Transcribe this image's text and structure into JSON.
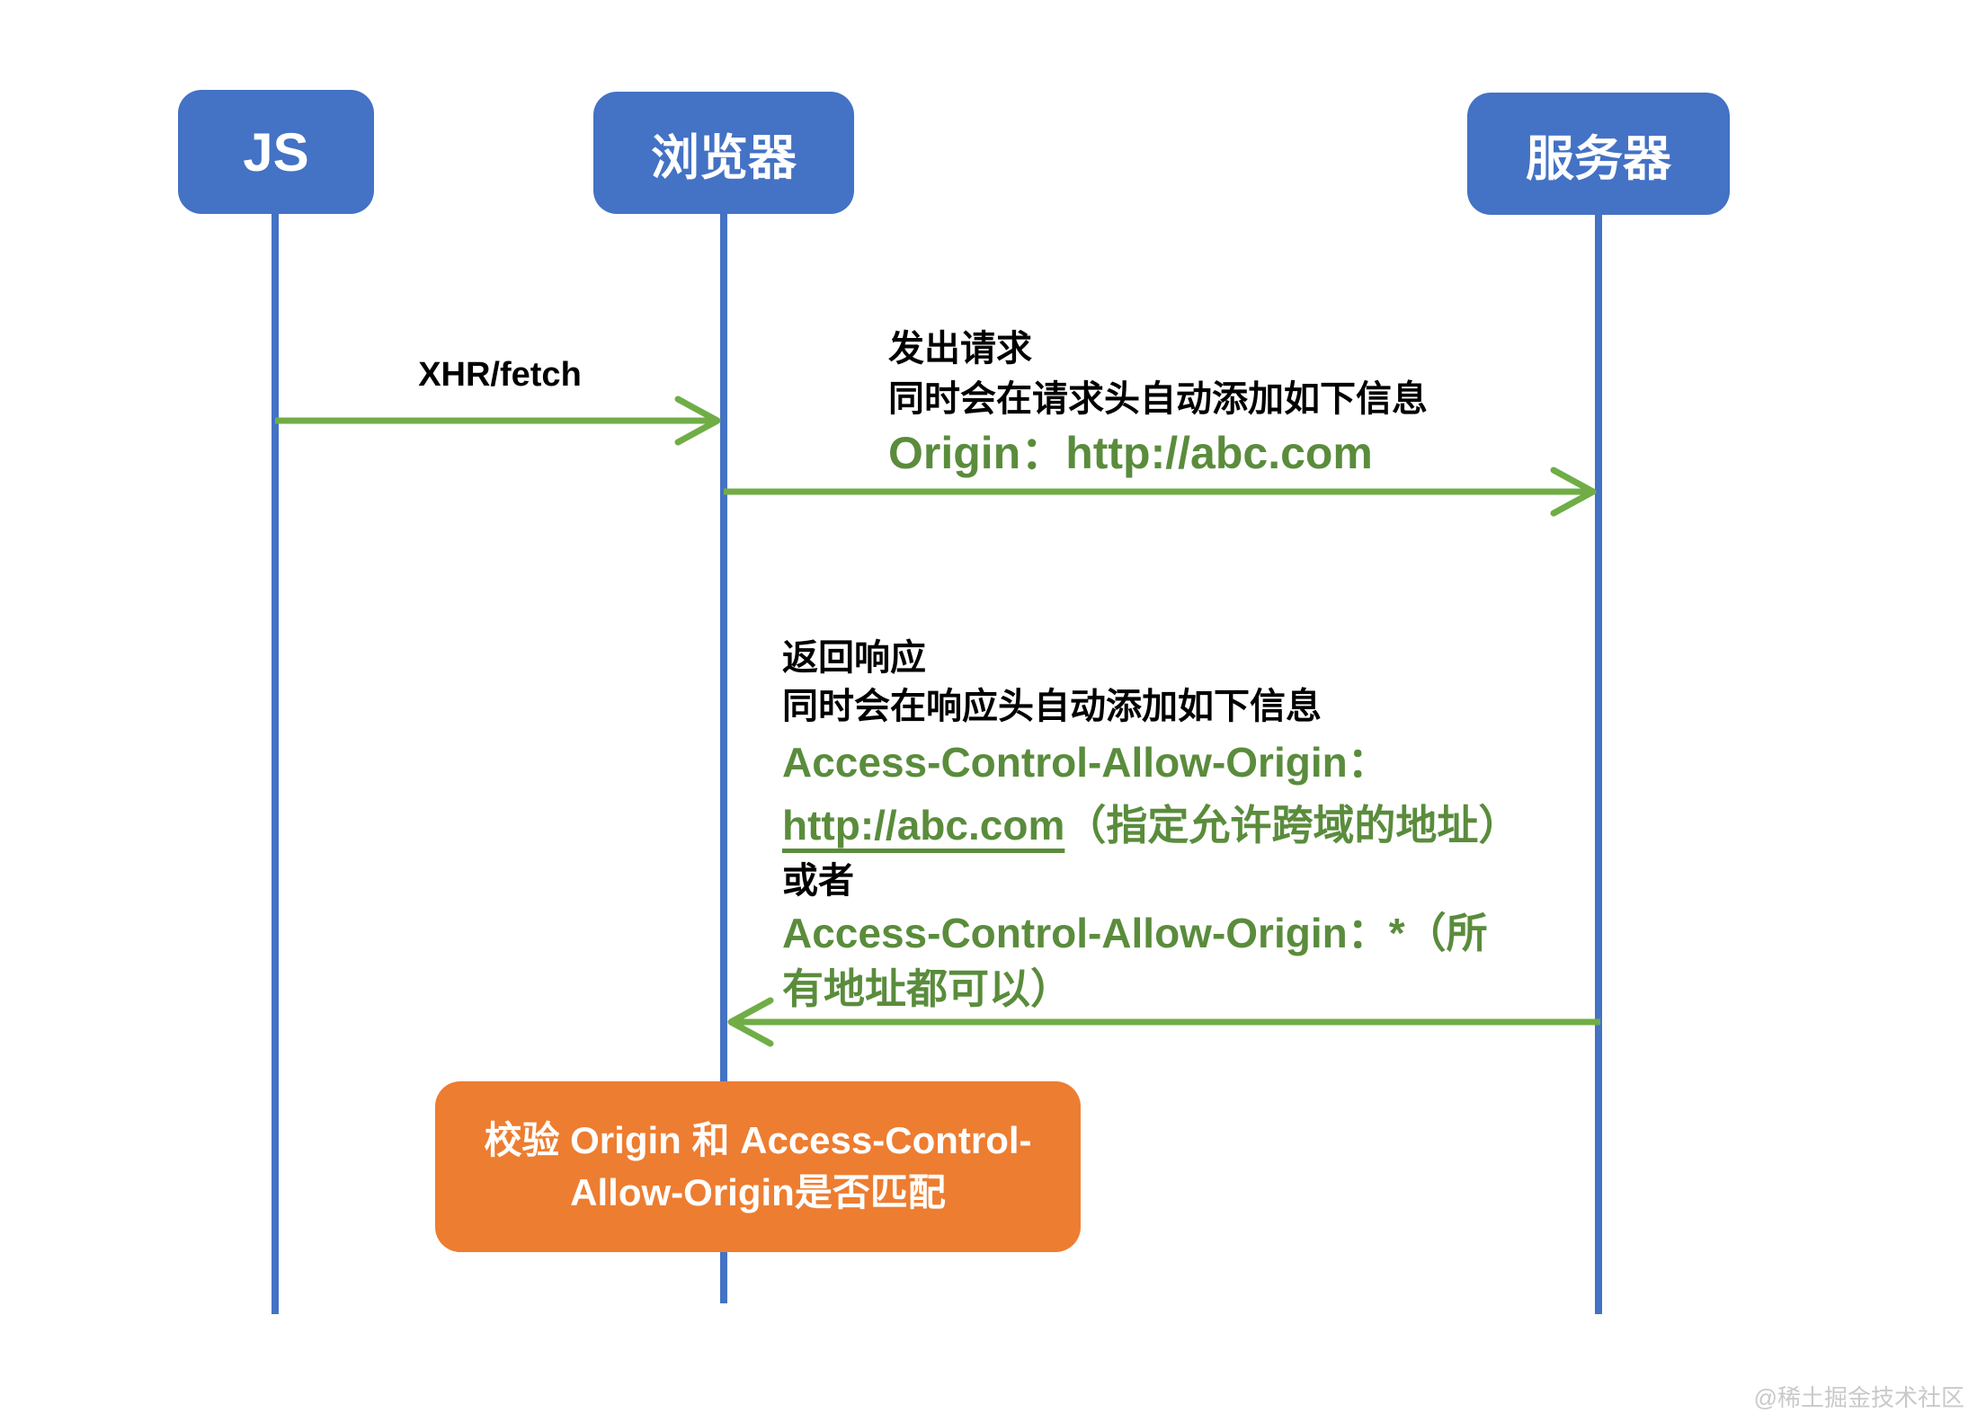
{
  "actors": [
    {
      "id": "js",
      "label": "JS"
    },
    {
      "id": "browser",
      "label": "浏览器"
    },
    {
      "id": "server",
      "label": "服务器"
    }
  ],
  "messages": {
    "xhr_label": "XHR/fetch",
    "request": {
      "line1": "发出请求",
      "line2": "同时会在请求头自动添加如下信息",
      "line3": "Origin：http://abc.com"
    },
    "response": {
      "line1": "返回响应",
      "line2": "同时会在响应头自动添加如下信息",
      "line3": "Access-Control-Allow-Origin：",
      "line4_url": "http://abc.com",
      "line4_note": "（指定允许跨域的地址）",
      "line5": "或者",
      "line6": "Access-Control-Allow-Origin：*（所",
      "line7": "有地址都可以）"
    },
    "note": {
      "line1": "校验 Origin 和 Access-Control-",
      "line2": "Allow-Origin是否匹配"
    }
  },
  "watermark": "@稀土掘金技术社区",
  "colors": {
    "actor_blue": "#4472C4",
    "arrow_green": "#70AD47",
    "text_green": "#5A8C3C",
    "note_orange": "#ED7D31"
  }
}
